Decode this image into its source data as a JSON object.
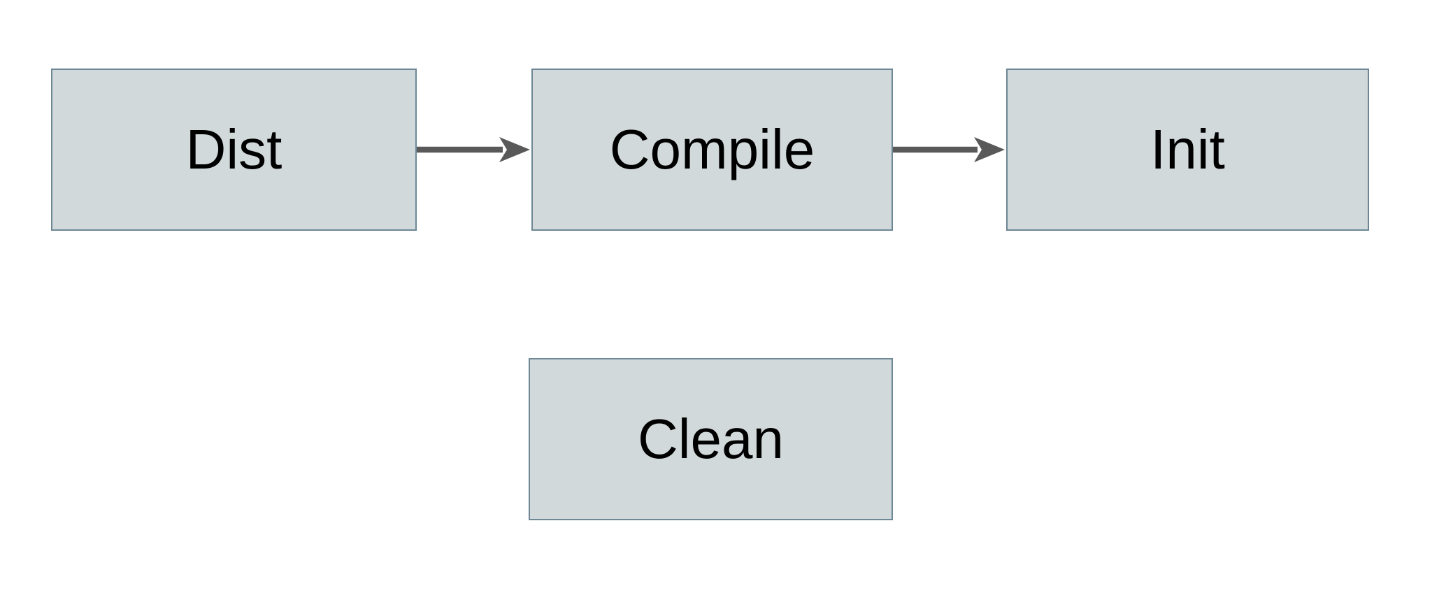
{
  "diagram": {
    "type": "flowchart",
    "nodes": [
      {
        "id": "dist",
        "label": "Dist"
      },
      {
        "id": "compile",
        "label": "Compile"
      },
      {
        "id": "init",
        "label": "Init"
      },
      {
        "id": "clean",
        "label": "Clean"
      }
    ],
    "edges": [
      {
        "from": "Dist",
        "to": "Compile",
        "style": "arrow-right"
      },
      {
        "from": "Compile",
        "to": "Init",
        "style": "arrow-right"
      }
    ],
    "colors": {
      "background": "#ffffff",
      "node_fill": "#d2d9db",
      "node_border": "#6d8795",
      "arrow": "#595959",
      "text": "#000000"
    }
  }
}
